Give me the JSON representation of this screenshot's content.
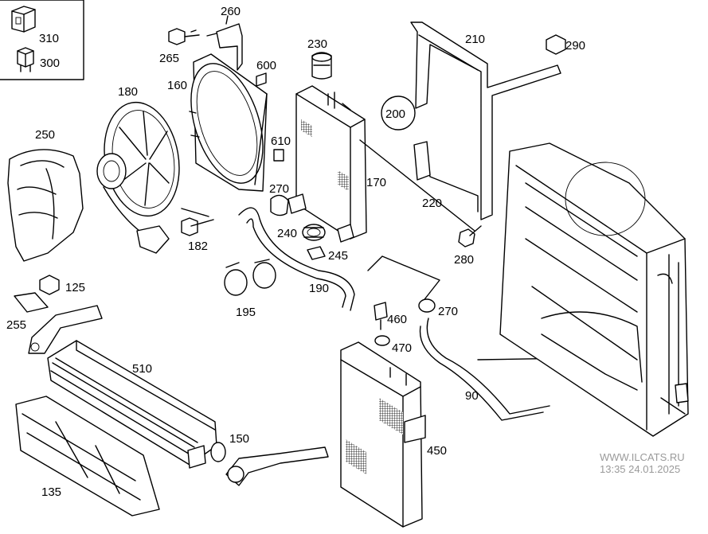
{
  "diagram": {
    "labels": {
      "p310": "310",
      "p300": "300",
      "p260": "260",
      "p265": "265",
      "p230": "230",
      "p210": "210",
      "p290": "290",
      "p600": "600",
      "p180": "180",
      "p160": "160",
      "p200": "200",
      "p250": "250",
      "p610": "610",
      "p170": "170",
      "p270a": "270",
      "p220": "220",
      "p240": "240",
      "p245": "245",
      "p280": "280",
      "p182": "182",
      "p125": "125",
      "p190": "190",
      "p195": "195",
      "p255": "255",
      "p460": "460",
      "p270b": "270",
      "p470": "470",
      "p510": "510",
      "p90": "90",
      "p150": "150",
      "p450": "450",
      "p135": "135"
    }
  },
  "watermark": {
    "site": "WWW.ILCATS.RU",
    "timestamp": "13:35 24.01.2025"
  }
}
